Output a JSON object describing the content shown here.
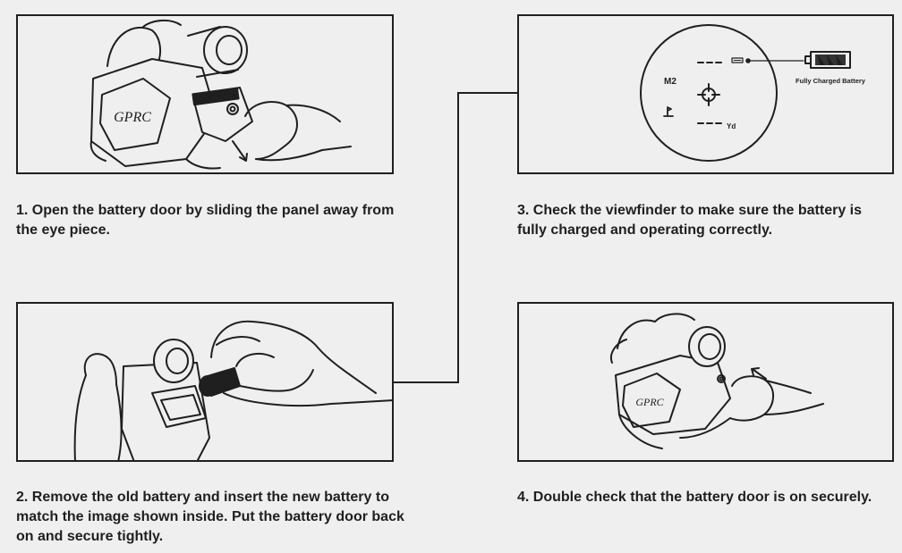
{
  "steps": [
    {
      "text": "1. Open the battery door by sliding the panel away from the eye piece."
    },
    {
      "text": "2. Remove the old battery and insert the new battery to match the image shown inside. Put the battery door back on and secure tightly."
    },
    {
      "text": "3. Check the viewfinder to make sure the battery is fully charged and operating correctly."
    },
    {
      "text": "4. Double check that the battery door is on securely."
    }
  ],
  "viewfinder": {
    "mode_label": "M2",
    "unit_label": "Yd",
    "battery_callout": "Fully Charged Battery"
  },
  "device_logo": "GPRC",
  "colors": {
    "background": "#efefef",
    "line": "#1f1f1f"
  }
}
